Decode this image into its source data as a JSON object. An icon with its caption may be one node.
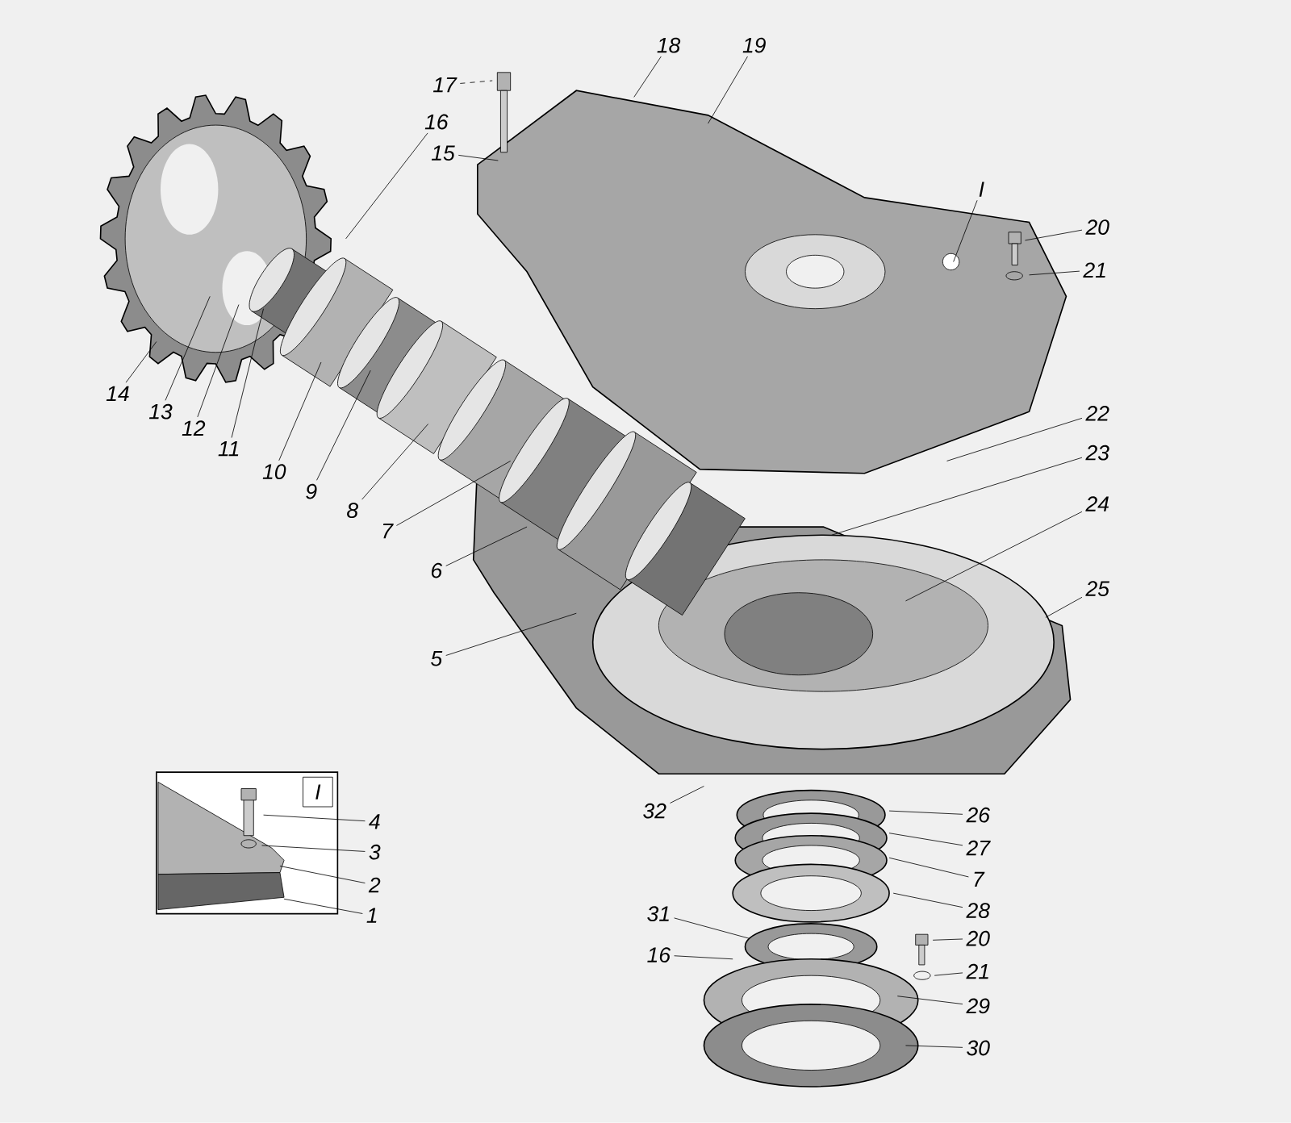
{
  "diagram": {
    "nodes": [
      {
        "text": [
          "17"
        ]
      },
      {
        "text": [
          "18"
        ]
      },
      {
        "text": [
          "19"
        ]
      },
      {
        "text": [
          "16"
        ]
      },
      {
        "text": [
          "15"
        ]
      },
      {
        "text": [
          "I"
        ]
      },
      {
        "text": [
          "20"
        ]
      },
      {
        "text": [
          "21"
        ]
      },
      {
        "text": [
          "14"
        ]
      },
      {
        "text": [
          "13"
        ]
      },
      {
        "text": [
          "12"
        ]
      },
      {
        "text": [
          "11"
        ]
      },
      {
        "text": [
          "10"
        ]
      },
      {
        "text": [
          "9"
        ]
      },
      {
        "text": [
          "8"
        ]
      },
      {
        "text": [
          "22"
        ]
      },
      {
        "text": [
          "23"
        ]
      },
      {
        "text": [
          "7"
        ]
      },
      {
        "text": [
          "24"
        ]
      },
      {
        "text": [
          "6"
        ]
      },
      {
        "text": [
          "25"
        ]
      },
      {
        "text": [
          "5"
        ]
      },
      {
        "text": [
          "32"
        ]
      },
      {
        "text": [
          "26"
        ]
      },
      {
        "text": [
          "4"
        ]
      },
      {
        "text": [
          "27"
        ]
      },
      {
        "text": [
          "3"
        ]
      },
      {
        "text": [
          "7"
        ]
      },
      {
        "text": [
          "2"
        ]
      },
      {
        "text": [
          "28"
        ]
      },
      {
        "text": [
          "31"
        ]
      },
      {
        "text": [
          "20"
        ]
      },
      {
        "text": [
          "1"
        ]
      },
      {
        "text": [
          "16"
        ]
      },
      {
        "text": [
          "21"
        ]
      },
      {
        "text": [
          "29"
        ]
      },
      {
        "text": [
          "30"
        ]
      }
    ],
    "edges": [
      {
        "from": 0,
        "to": null,
        "arrow": "none",
        "style": "dashed"
      },
      {
        "from": 1,
        "to": null,
        "arrow": "none"
      },
      {
        "from": 2,
        "to": null,
        "arrow": "none"
      },
      {
        "from": 3,
        "to": null,
        "arrow": "none"
      },
      {
        "from": 4,
        "to": null,
        "arrow": "none"
      },
      {
        "from": 5,
        "to": null,
        "arrow": "none"
      },
      {
        "from": 6,
        "to": null,
        "arrow": "none"
      },
      {
        "from": 7,
        "to": null,
        "arrow": "none"
      },
      {
        "from": 8,
        "to": null,
        "arrow": "none"
      },
      {
        "from": 9,
        "to": null,
        "arrow": "none"
      },
      {
        "from": 10,
        "to": null,
        "arrow": "none"
      },
      {
        "from": 11,
        "to": null,
        "arrow": "none"
      },
      {
        "from": 12,
        "to": null,
        "arrow": "none"
      },
      {
        "from": 13,
        "to": null,
        "arrow": "none"
      },
      {
        "from": 14,
        "to": null,
        "arrow": "none"
      },
      {
        "from": 15,
        "to": null,
        "arrow": "none"
      },
      {
        "from": 16,
        "to": null,
        "arrow": "none"
      },
      {
        "from": 17,
        "to": null,
        "arrow": "none"
      },
      {
        "from": 18,
        "to": null,
        "arrow": "none"
      },
      {
        "from": 19,
        "to": null,
        "arrow": "none"
      },
      {
        "from": 20,
        "to": null,
        "arrow": "none"
      },
      {
        "from": 21,
        "to": null,
        "arrow": "none"
      },
      {
        "from": 22,
        "to": null,
        "arrow": "none"
      },
      {
        "from": 23,
        "to": null,
        "arrow": "none"
      },
      {
        "from": 24,
        "to": null,
        "arrow": "none"
      },
      {
        "from": 25,
        "to": null,
        "arrow": "none"
      },
      {
        "from": 26,
        "to": null,
        "arrow": "none"
      },
      {
        "from": 27,
        "to": null,
        "arrow": "none"
      },
      {
        "from": 28,
        "to": null,
        "arrow": "none"
      },
      {
        "from": 29,
        "to": null,
        "arrow": "none"
      },
      {
        "from": 30,
        "to": null,
        "arrow": "none"
      },
      {
        "from": 31,
        "to": null,
        "arrow": "none"
      },
      {
        "from": 32,
        "to": null,
        "arrow": "none"
      },
      {
        "from": 33,
        "to": null,
        "arrow": "none"
      },
      {
        "from": 34,
        "to": null,
        "arrow": "none"
      },
      {
        "from": 35,
        "to": null,
        "arrow": "none"
      },
      {
        "from": 36,
        "to": null,
        "arrow": "none"
      }
    ],
    "labels": [
      "I"
    ]
  }
}
